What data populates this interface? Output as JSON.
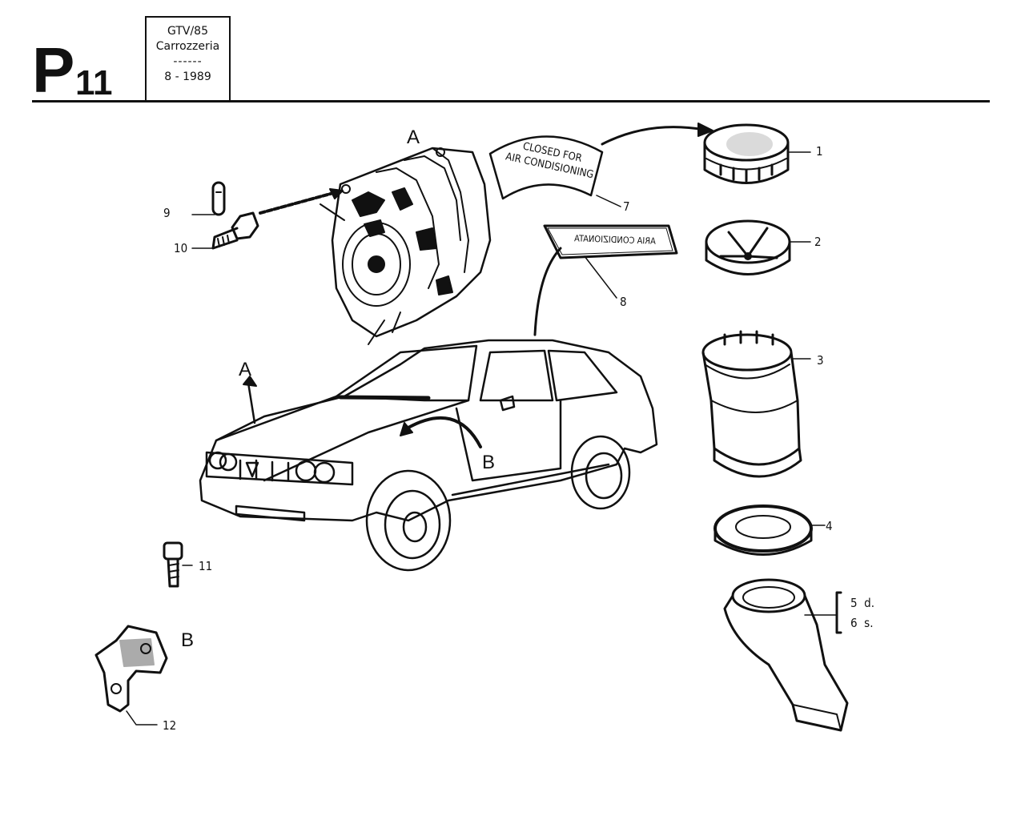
{
  "header": {
    "page_letter": "P",
    "page_number": "11",
    "model": "GTV/85",
    "section": "Carrozzeria",
    "separator": "------",
    "date": "8 - 1989"
  },
  "plates": {
    "closed_text_line1": "CLOSED FOR",
    "closed_text_line2": "AIR CONDISIONING",
    "aria_text": "ARIA CONDIZIONATA"
  },
  "callouts": {
    "view_a_top": "A",
    "view_a_car": "A",
    "view_b_car": "B",
    "view_b_detail": "B",
    "part1": "1",
    "part2": "2",
    "part3": "3",
    "part4": "4",
    "part5": "5",
    "part5_side": "d.",
    "part6": "6",
    "part6_side": "s.",
    "part7": "7",
    "part8": "8",
    "part9": "9",
    "part10": "10",
    "part11": "11",
    "part12": "12"
  },
  "colors": {
    "ink": "#111111",
    "paper": "#ffffff"
  }
}
